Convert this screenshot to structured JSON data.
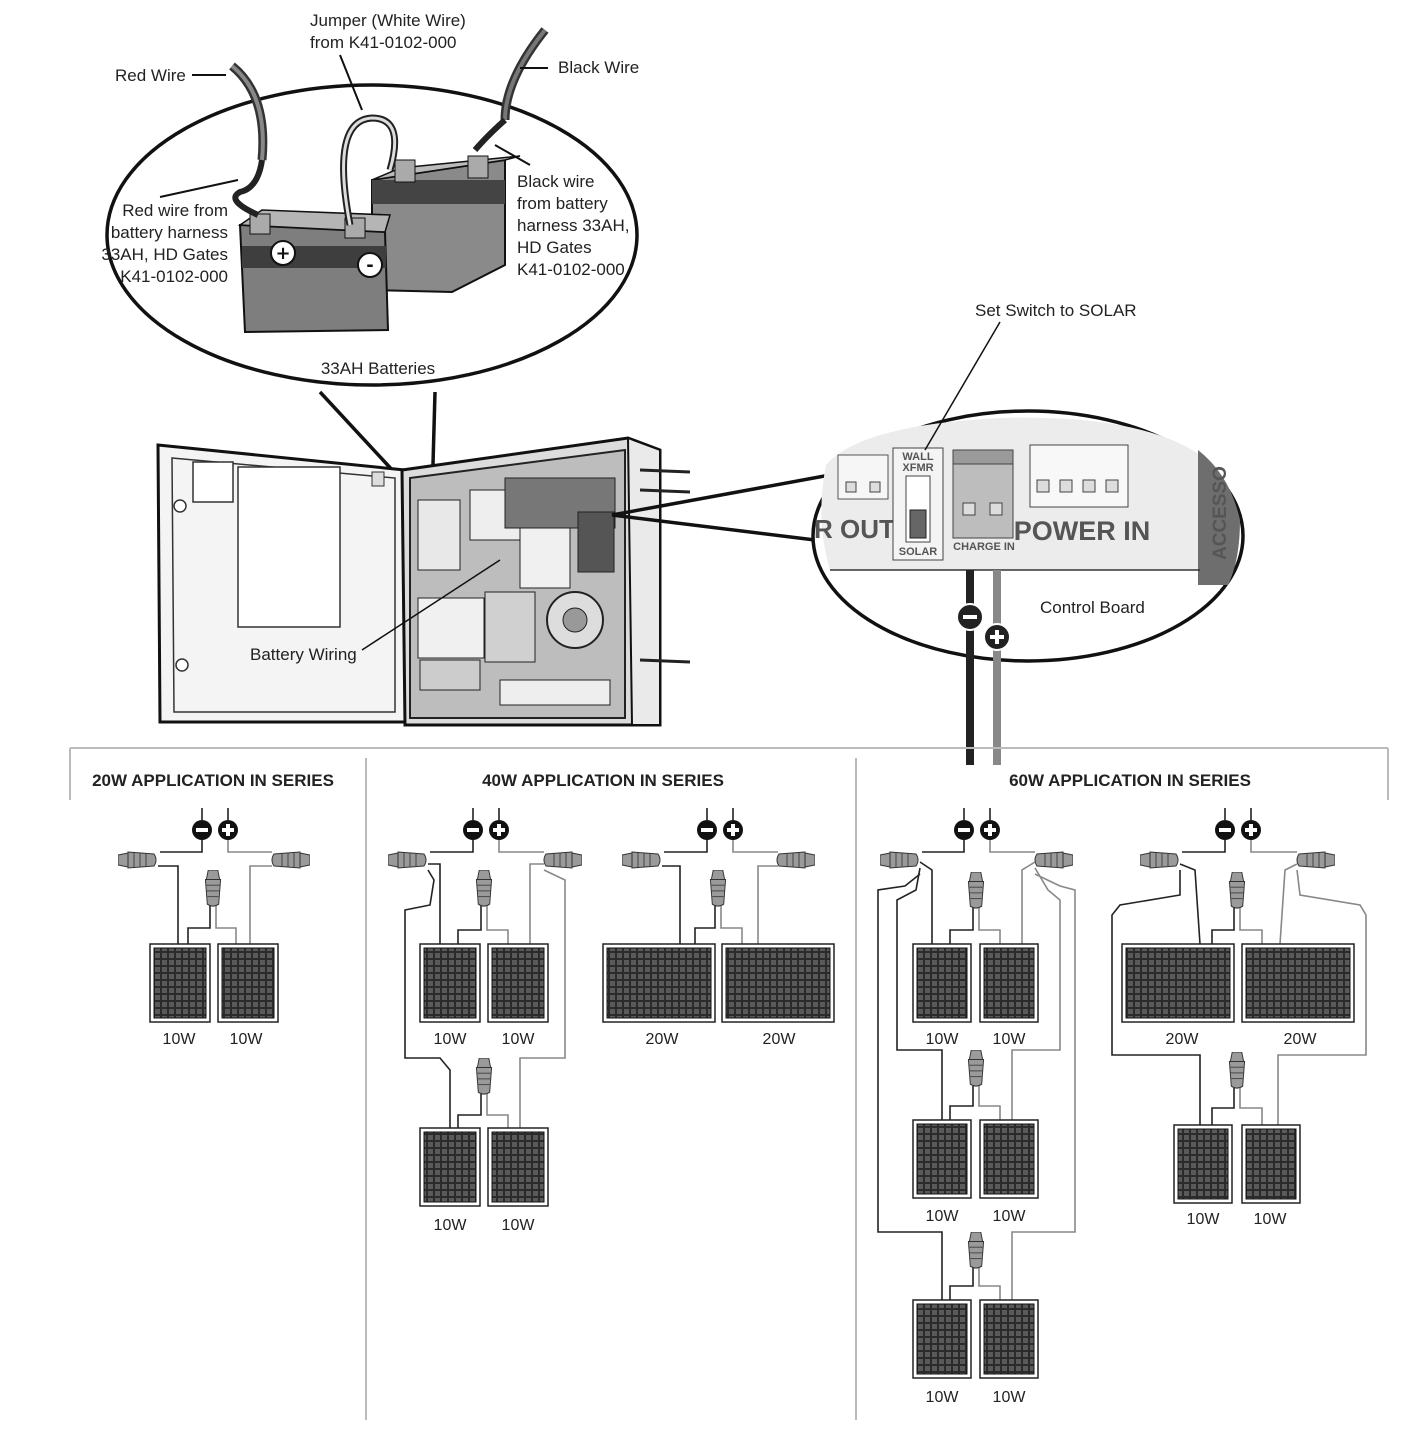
{
  "callouts": {
    "red_wire": "Red Wire",
    "jumper_line1": "Jumper (White Wire)",
    "jumper_line2": "from K41-0102-000",
    "black_wire": "Black Wire",
    "red_from_lines": [
      "Red wire from",
      "battery harness",
      "33AH, HD Gates",
      "K41-0102-000"
    ],
    "black_from_lines": [
      "Black wire",
      "from battery",
      "harness 33AH,",
      "HD Gates",
      "K41-0102-000"
    ],
    "batteries": "33AH Batteries",
    "battery_wiring": "Battery Wiring",
    "set_switch": "Set Switch to SOLAR",
    "control_board": "Control Board"
  },
  "board": {
    "power_out": "R OUT",
    "wall_xfmr_line1": "WALL",
    "wall_xfmr_line2": "XFMR",
    "solar": "SOLAR",
    "charge_in": "CHARGE IN",
    "power_in": "POWER IN",
    "accessory": "ACCESSO"
  },
  "sections": {
    "s20": "20W APPLICATION IN SERIES",
    "s40": "40W APPLICATION IN SERIES",
    "s60": "60W APPLICATION IN SERIES"
  },
  "panels": {
    "a1": "10W",
    "a2": "10W",
    "b1": "10W",
    "b2": "10W",
    "b3": "10W",
    "b4": "10W",
    "c1": "20W",
    "c2": "20W",
    "d1": "10W",
    "d2": "10W",
    "d3": "10W",
    "d4": "10W",
    "d5": "10W",
    "d6": "10W",
    "e1": "20W",
    "e2": "20W",
    "e3": "10W",
    "e4": "10W"
  }
}
